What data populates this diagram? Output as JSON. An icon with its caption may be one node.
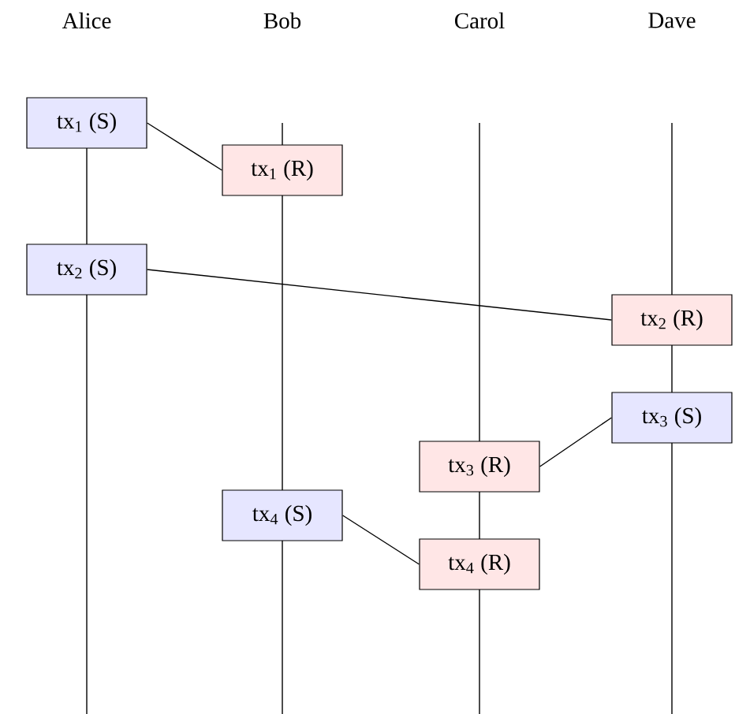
{
  "diagram": {
    "nodes": [
      {
        "text": [
          "tx$_{1}$ (S)"
        ]
      },
      {
        "text": [
          "tx$_{1}$ (R)"
        ]
      },
      {
        "text": [
          "tx$_{2}$ (S)"
        ]
      },
      {
        "text": [
          "tx$_{2}$ (R)"
        ]
      },
      {
        "text": [
          "tx$_{3}$ (S)"
        ]
      },
      {
        "text": [
          "tx$_{3}$ (R)"
        ]
      },
      {
        "text": [
          "tx$_{4}$ (S)"
        ]
      },
      {
        "text": [
          "tx$_{4}$ (R)"
        ]
      }
    ],
    "edges": [
      {
        "from": 0,
        "to": 1,
        "arrow": "none"
      },
      {
        "from": 2,
        "to": 3,
        "arrow": "none"
      },
      {
        "from": 4,
        "to": 5,
        "arrow": "none"
      },
      {
        "from": 6,
        "to": 7,
        "arrow": "none"
      }
    ],
    "labels": [
      "Alice",
      "Bob",
      "Carol",
      "Dave"
    ]
  }
}
